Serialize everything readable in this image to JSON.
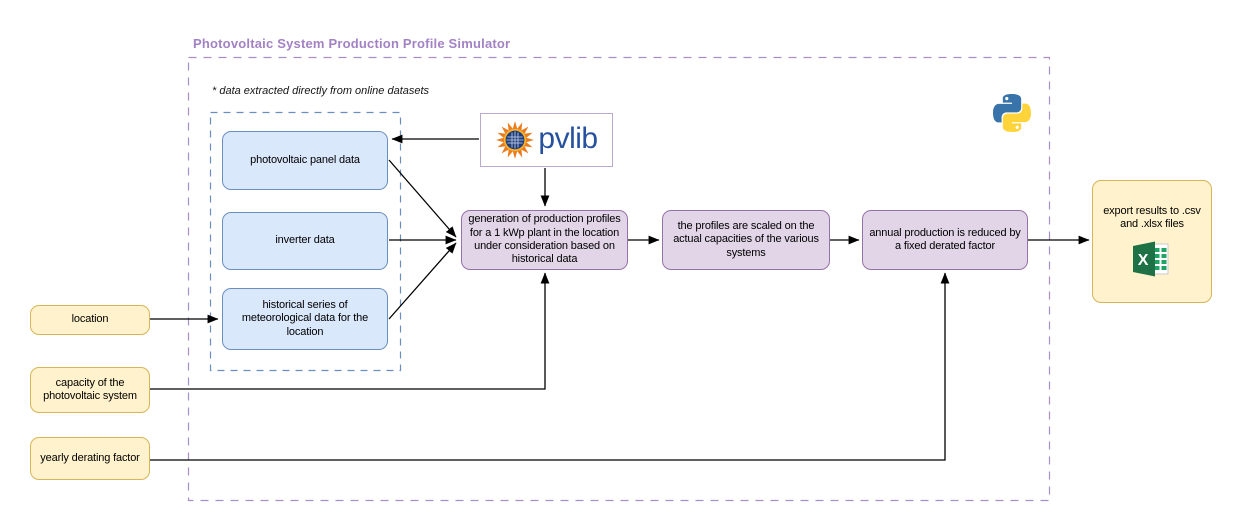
{
  "diagram": {
    "title": "Photovoltaic System Production Profile Simulator",
    "note": "* data extracted directly from online datasets",
    "pvlib_label": "pvlib",
    "data_source_nodes": [
      {
        "label": "photovoltaic panel data"
      },
      {
        "label": "inverter data"
      },
      {
        "label": "historical series of meteorological data for the location"
      }
    ],
    "process_nodes": [
      {
        "label": "generation of production profiles for a 1 kWp plant in the location under consideration based on historical data"
      },
      {
        "label": "the profiles are scaled on the actual capacities of the various systems"
      },
      {
        "label": "annual production is reduced by a fixed derated factor"
      }
    ],
    "input_nodes": [
      {
        "label": "location"
      },
      {
        "label": "capacity of the photovoltaic system"
      },
      {
        "label": "yearly derating factor"
      }
    ],
    "output_node": {
      "label": "export results to .csv and .xlsx files"
    },
    "icons": {
      "pvlib_sun": "pvlib-sun-icon",
      "python": "python-logo-icon",
      "excel": "excel-spreadsheet-icon"
    },
    "colors": {
      "title_text": "#a382c4",
      "outer_frame": "#a78fc9",
      "inner_frame": "#6c8ebf",
      "data_source_fill": "#dae8fc",
      "data_source_stroke": "#6c8ebf",
      "process_fill": "#e1d5e7",
      "process_stroke": "#9673a6",
      "input_fill": "#fff2cc",
      "input_stroke": "#d6b656",
      "pvlib_text": "#26519f",
      "arrow": "#000000"
    }
  }
}
